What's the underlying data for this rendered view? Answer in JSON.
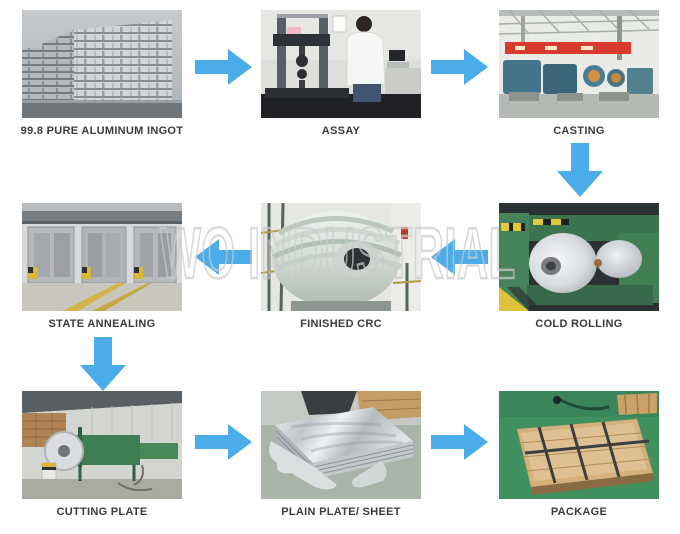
{
  "diagram_title": "aluminum sheet production process flow",
  "watermark": {
    "text": "WO INDUSTRIAL"
  },
  "colors": {
    "arrow": "#4AACE8",
    "label": "#3B3B3B",
    "background": "#FFFFFF",
    "watermark_stroke": "#CBCBCB"
  },
  "steps": [
    {
      "id": "pure-aluminum-ingot",
      "label": "99.8 PURE ALUMINUM INGOT"
    },
    {
      "id": "assay",
      "label": "ASSAY"
    },
    {
      "id": "casting",
      "label": "CASTING"
    },
    {
      "id": "cold-rolling",
      "label": "COLD ROLLING"
    },
    {
      "id": "finished-crc",
      "label": "FINISHED CRC"
    },
    {
      "id": "state-annealing",
      "label": "STATE ANNEALING"
    },
    {
      "id": "cutting-plate",
      "label": "CUTTING PLATE"
    },
    {
      "id": "plain-plate-sheet",
      "label": "PLAIN PLATE/ SHEET"
    },
    {
      "id": "package",
      "label": "PACKAGE"
    }
  ],
  "arrows": [
    {
      "from": "99.8 PURE ALUMINUM INGOT",
      "to": "ASSAY",
      "direction": "right"
    },
    {
      "from": "ASSAY",
      "to": "CASTING",
      "direction": "right"
    },
    {
      "from": "CASTING",
      "to": "COLD ROLLING",
      "direction": "down"
    },
    {
      "from": "COLD ROLLING",
      "to": "FINISHED CRC",
      "direction": "left"
    },
    {
      "from": "FINISHED CRC",
      "to": "STATE ANNEALING",
      "direction": "left"
    },
    {
      "from": "STATE ANNEALING",
      "to": "CUTTING PLATE",
      "direction": "down"
    },
    {
      "from": "CUTTING PLATE",
      "to": "PLAIN PLATE/ SHEET",
      "direction": "right"
    },
    {
      "from": "PLAIN PLATE/ SHEET",
      "to": "PACKAGE",
      "direction": "right"
    }
  ]
}
